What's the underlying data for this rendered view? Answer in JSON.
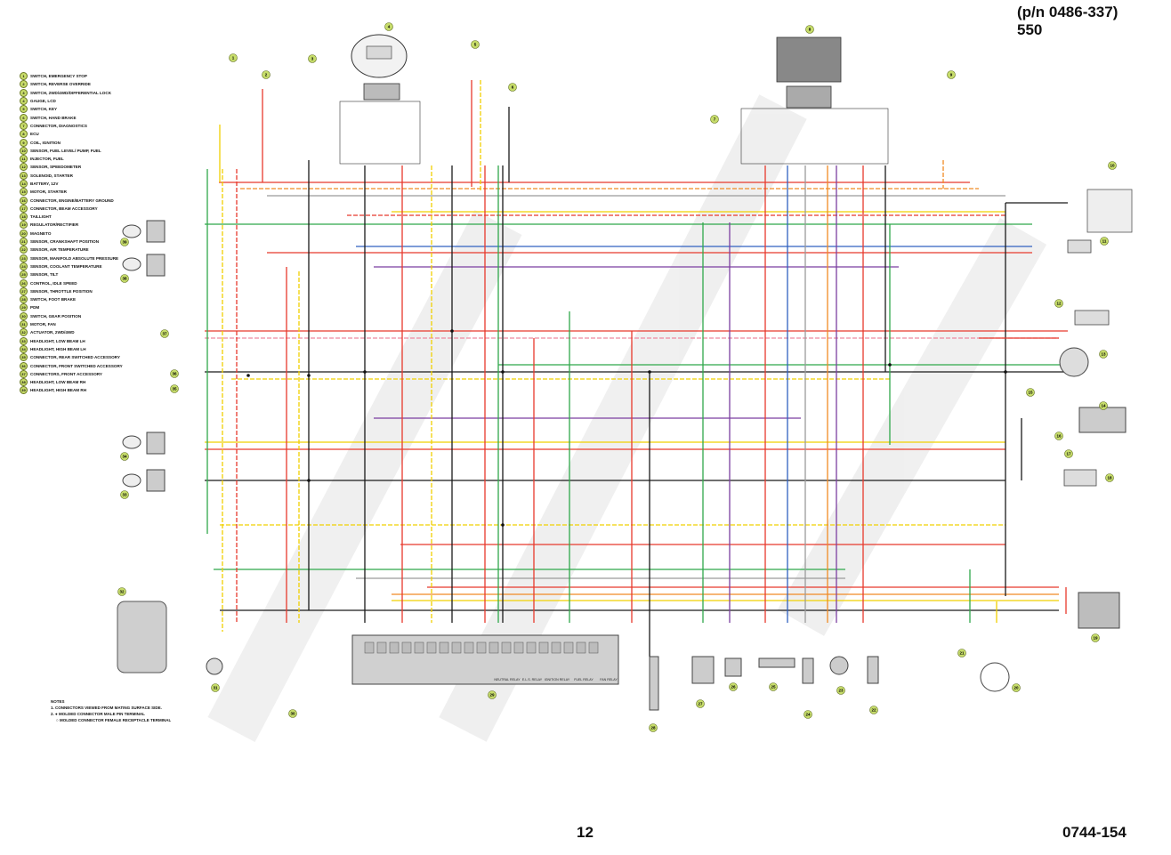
{
  "header": {
    "part_number": "(p/n 0486-337)",
    "model": "550"
  },
  "footer": {
    "page_number": "12",
    "doc_number": "0744-154"
  },
  "legend": [
    {
      "n": "1",
      "label": "SWITCH, EMERGENCY STOP"
    },
    {
      "n": "2",
      "label": "SWITCH, REVERSE OVERRIDE"
    },
    {
      "n": "3",
      "label": "SWITCH, 2WD/4WD/DIFFERENTIAL LOCK"
    },
    {
      "n": "4",
      "label": "GAUGE, LCD"
    },
    {
      "n": "5",
      "label": "SWITCH, KEY"
    },
    {
      "n": "6",
      "label": "SWITCH, HAND BRAKE"
    },
    {
      "n": "7",
      "label": "CONNECTOR, DIAGNOSTICS"
    },
    {
      "n": "8",
      "label": "ECU"
    },
    {
      "n": "9",
      "label": "COIL, IGNITION"
    },
    {
      "n": "10",
      "label": "SENSOR, FUEL LEVEL/ PUMP, FUEL"
    },
    {
      "n": "11",
      "label": "INJECTOR, FUEL"
    },
    {
      "n": "12",
      "label": "SENSOR, SPEEDOMETER"
    },
    {
      "n": "13",
      "label": "SOLENOID, STARTER"
    },
    {
      "n": "14",
      "label": "BATTERY, 12V"
    },
    {
      "n": "15",
      "label": "MOTOR, STARTER"
    },
    {
      "n": "16",
      "label": "CONNECTOR, ENGINE/BATTERY GROUND"
    },
    {
      "n": "17",
      "label": "CONNECTOR, BEAM ACCESSORY"
    },
    {
      "n": "18",
      "label": "TAILLIGHT"
    },
    {
      "n": "19",
      "label": "REGULATOR/RECTIFIER"
    },
    {
      "n": "20",
      "label": "MAGNETO"
    },
    {
      "n": "21",
      "label": "SENSOR, CRANKSHAFT POSITION"
    },
    {
      "n": "22",
      "label": "SENSOR, AIR TEMPERATURE"
    },
    {
      "n": "23",
      "label": "SENSOR, MANIFOLD ABSOLUTE PRESSURE"
    },
    {
      "n": "24",
      "label": "SENSOR, COOLANT TEMPERATURE"
    },
    {
      "n": "25",
      "label": "SENSOR, TILT"
    },
    {
      "n": "26",
      "label": "CONTROL, IDLE SPEED"
    },
    {
      "n": "27",
      "label": "SENSOR, THROTTLE POSITION"
    },
    {
      "n": "28",
      "label": "SWITCH, FOOT BRAKE"
    },
    {
      "n": "29",
      "label": "PDM"
    },
    {
      "n": "30",
      "label": "SWITCH, GEAR POSITION"
    },
    {
      "n": "31",
      "label": "MOTOR, FAN"
    },
    {
      "n": "32",
      "label": "ACTUATOR, 2WD/4WD"
    },
    {
      "n": "33",
      "label": "HEADLIGHT, LOW BEAM LH"
    },
    {
      "n": "34",
      "label": "HEADLIGHT, HIGH BEAM LH"
    },
    {
      "n": "35",
      "label": "CONNECTOR, REAR SWITCHED ACCESSORY"
    },
    {
      "n": "36",
      "label": "CONNECTOR, FRONT SWITCHED ACCESSORY"
    },
    {
      "n": "37",
      "label": "CONNECTORS, FRONT ACCESSORY"
    },
    {
      "n": "38",
      "label": "HEADLIGHT, LOW BEAM RH"
    },
    {
      "n": "39",
      "label": "HEADLIGHT, HIGH BEAM RH"
    }
  ],
  "notes": {
    "title": "NOTES",
    "note1": "1. CONNECTORS VIEWED FROM MATING SURFACE SIDE.",
    "note2a": "2. ● MOLDED CONNECTOR MALE PIN TERMINAL",
    "note2b": "○ MOLDED CONNECTOR FEMALE RECEPTACLE TERMINAL"
  },
  "components": [
    {
      "n": "1"
    },
    {
      "n": "2"
    },
    {
      "n": "3"
    },
    {
      "n": "4"
    },
    {
      "n": "5"
    },
    {
      "n": "6"
    },
    {
      "n": "7"
    },
    {
      "n": "8"
    },
    {
      "n": "9"
    },
    {
      "n": "10"
    },
    {
      "n": "11"
    },
    {
      "n": "12"
    },
    {
      "n": "13"
    },
    {
      "n": "14"
    },
    {
      "n": "15"
    },
    {
      "n": "16"
    },
    {
      "n": "17"
    },
    {
      "n": "18"
    },
    {
      "n": "19"
    },
    {
      "n": "20"
    },
    {
      "n": "21"
    },
    {
      "n": "22"
    },
    {
      "n": "23"
    },
    {
      "n": "24"
    },
    {
      "n": "25"
    },
    {
      "n": "26"
    },
    {
      "n": "27"
    },
    {
      "n": "28"
    },
    {
      "n": "29"
    },
    {
      "n": "30"
    },
    {
      "n": "31"
    },
    {
      "n": "32"
    },
    {
      "n": "33"
    },
    {
      "n": "34"
    },
    {
      "n": "35"
    },
    {
      "n": "36"
    },
    {
      "n": "37"
    },
    {
      "n": "38"
    },
    {
      "n": "39"
    }
  ],
  "pdm_relays": [
    {
      "label": "NEUTRAL RELAY"
    },
    {
      "label": "E.L.S. RELAY"
    },
    {
      "label": "IGNITION RELAY"
    },
    {
      "label": "FUEL RELAY"
    },
    {
      "label": "FAN RELAY"
    }
  ],
  "wire_colors": {
    "red": "#e8392c",
    "yellow": "#f0d000",
    "green": "#2fa84a",
    "black": "#1a1a1a",
    "orange": "#f08a24",
    "purple": "#7b3fa0",
    "blue": "#3060c0",
    "gray": "#9a9a9a",
    "pink": "#ee8aa0"
  },
  "watermark": {
    "color": "#e9e9e9"
  }
}
